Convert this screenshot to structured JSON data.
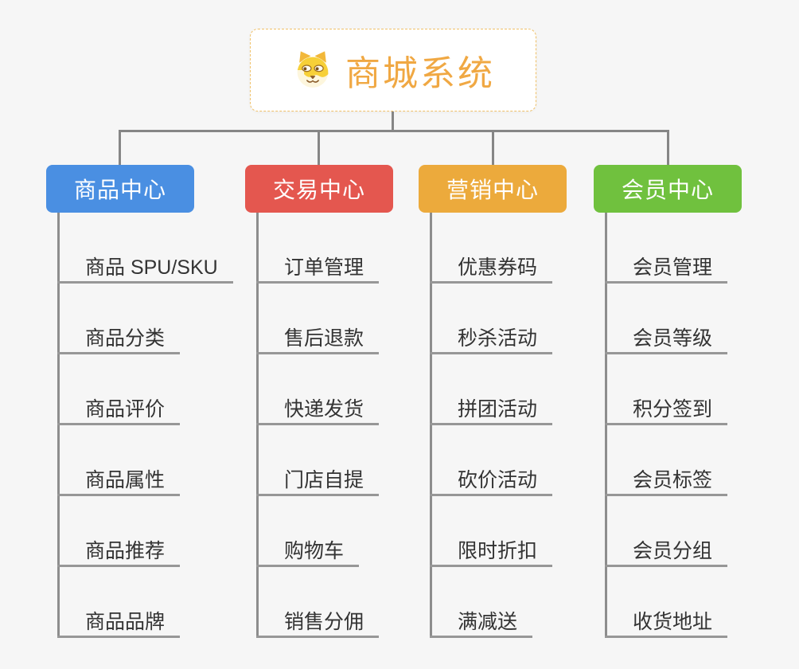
{
  "root": {
    "title": "商城系统",
    "icon": "dog-face-icon"
  },
  "branches": [
    {
      "label": "商品中心",
      "color": "#4a8fe2",
      "items": [
        "商品 SPU/SKU",
        "商品分类",
        "商品评价",
        "商品属性",
        "商品推荐",
        "商品品牌"
      ]
    },
    {
      "label": "交易中心",
      "color": "#e4574f",
      "items": [
        "订单管理",
        "售后退款",
        "快递发货",
        "门店自提",
        "购物车",
        "销售分佣"
      ]
    },
    {
      "label": "营销中心",
      "color": "#ecaa3c",
      "items": [
        "优惠券码",
        "秒杀活动",
        "拼团活动",
        "砍价活动",
        "限时折扣",
        "满减送"
      ]
    },
    {
      "label": "会员中心",
      "color": "#70c13e",
      "items": [
        "会员管理",
        "会员等级",
        "积分签到",
        "会员标签",
        "会员分组",
        "收货地址"
      ]
    }
  ],
  "colors": {
    "background": "#f6f6f6",
    "connector": "#868686",
    "leaf_line": "#979797",
    "root_border": "#f0c169",
    "root_title": "#f0a843",
    "leaf_text": "#333333",
    "branch_blue": "#4a8fe2",
    "branch_red": "#e4574f",
    "branch_orange": "#ecaa3c",
    "branch_green": "#70c13e"
  }
}
